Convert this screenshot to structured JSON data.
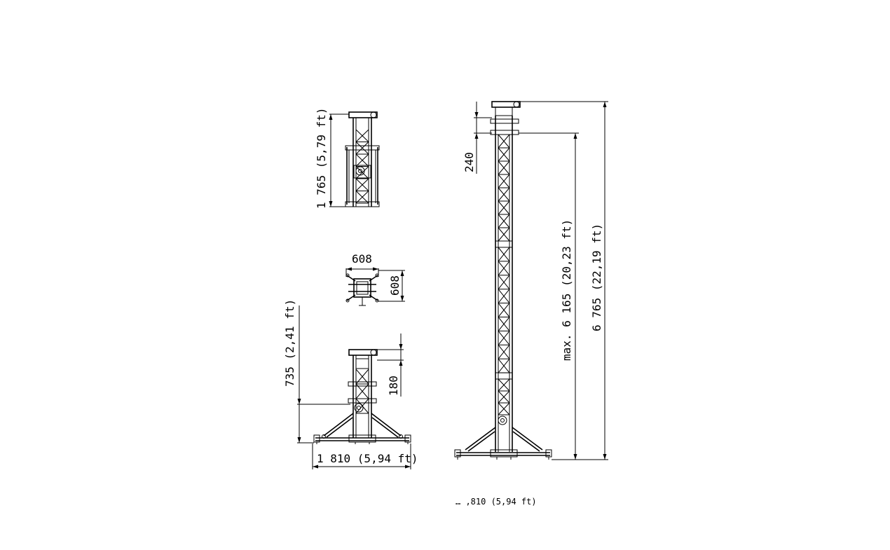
{
  "dimensions": {
    "folded_height": "1 765 (5,79 ft)",
    "top_width": "608",
    "top_depth": "608",
    "base_height": "735 (2,41 ft)",
    "base_gap": "180",
    "base_width": "1 810 (5,94 ft)",
    "top_section": "240",
    "max_height": "max. 6 165 (20,23 ft)",
    "overall_height": "6 765 (22,19 ft)",
    "bottom_partial": "… ,810 (5,94 ft)"
  }
}
